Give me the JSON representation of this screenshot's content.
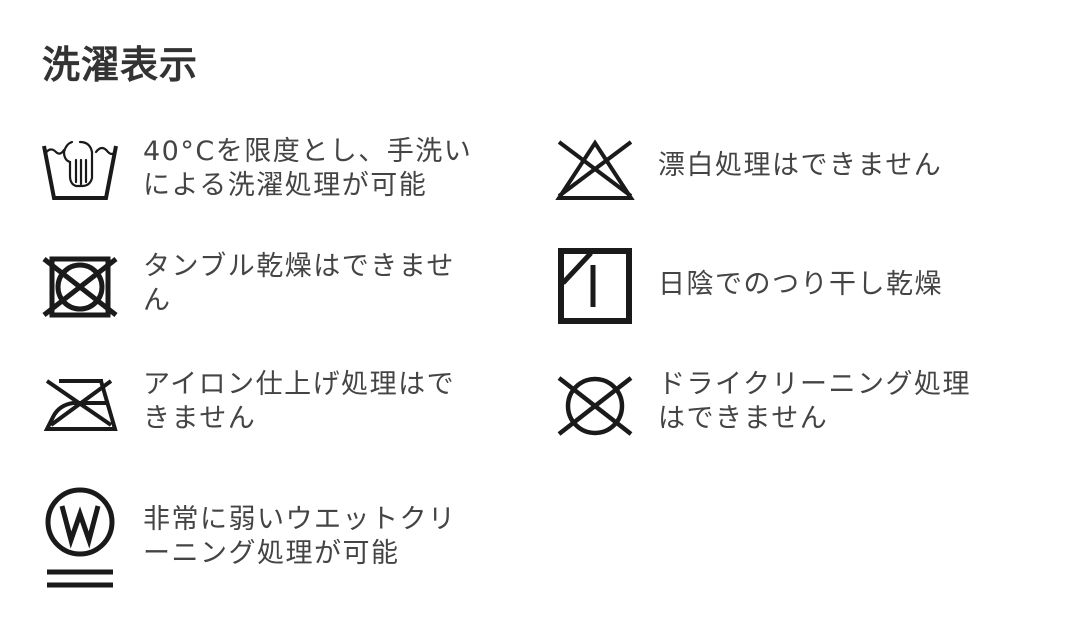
{
  "title": "洗濯表示",
  "care_symbols": [
    {
      "icon": "hand-wash-40-icon",
      "lines": [
        "40°Cを限度とし、手洗い",
        "による洗濯処理が可能"
      ]
    },
    {
      "icon": "no-bleach-icon",
      "lines": [
        "漂白処理はできません"
      ]
    },
    {
      "icon": "no-tumble-dry-icon",
      "lines": [
        "タンブル乾燥はできませ",
        "ん"
      ]
    },
    {
      "icon": "line-dry-shade-icon",
      "lines": [
        "日陰でのつり干し乾燥"
      ]
    },
    {
      "icon": "no-iron-icon",
      "lines": [
        "アイロン仕上げ処理はで",
        "きません"
      ]
    },
    {
      "icon": "no-dry-clean-icon",
      "lines": [
        "ドライクリーニング処理",
        "はできません"
      ]
    },
    {
      "icon": "very-gentle-wet-clean-icon",
      "lines": [
        "非常に弱いウエットクリ",
        "ーニング処理が可能"
      ]
    }
  ],
  "colors": {
    "title": "#333333",
    "text": "#444444",
    "icon": "#1a1a1a",
    "background": "#ffffff"
  }
}
